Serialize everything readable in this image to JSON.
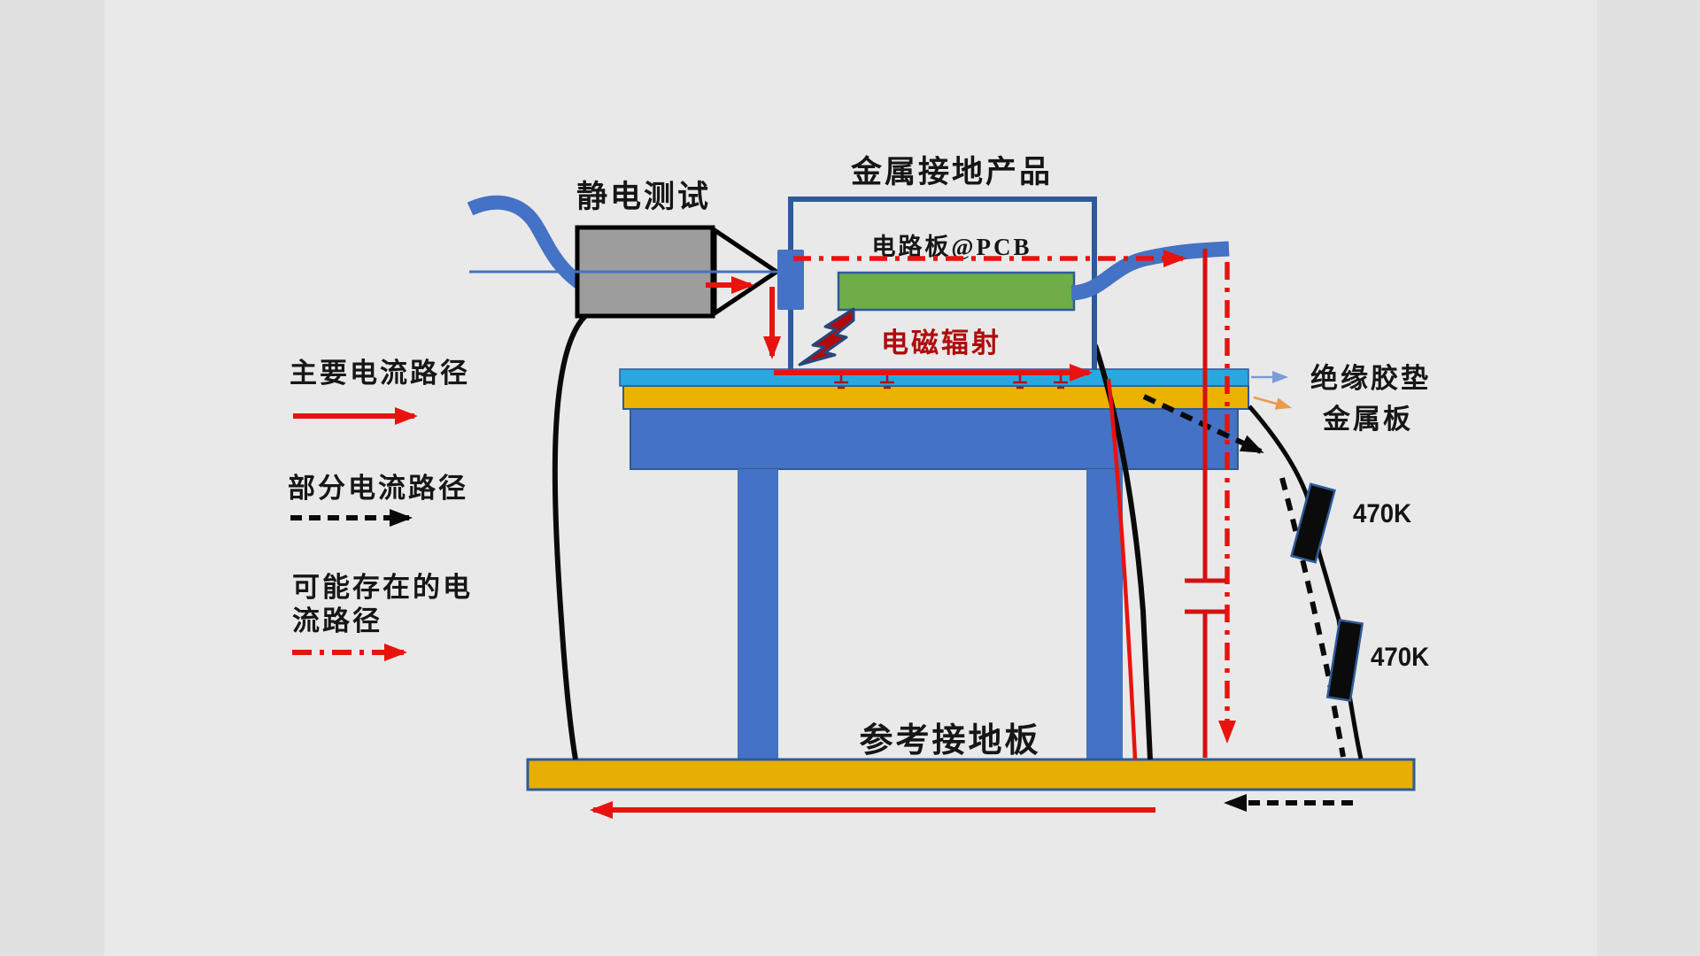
{
  "diagram": {
    "title_context": "ESD test setup current-path diagram",
    "labels": {
      "esd_tester": "静电测试",
      "grounded_product": "金属接地产品",
      "pcb": "电路板@PCB",
      "emi": "电磁辐射",
      "insulating_mat": "绝缘胶垫",
      "metal_plate": "金属板",
      "resistor_top": "470K",
      "resistor_bottom": "470K",
      "reference_ground_plate": "参考接地板"
    },
    "legend": [
      {
        "label": "主要电流路径",
        "style": "solid",
        "color": "#e8130e"
      },
      {
        "label": "部分电流路径",
        "style": "dashed",
        "color": "#0a0a0a"
      },
      {
        "label": "可能存在的电流路径",
        "line1": "可能存在的电",
        "line2": "流路径",
        "style": "dash-dot",
        "color": "#e8130e"
      }
    ],
    "colors": {
      "background": "#e9e9e9",
      "cable_blue": "#4472C4",
      "outline_blue": "#2e5b97",
      "mat_cyan": "#29a8e0",
      "metal_gold": "#ecb200",
      "plate_gold": "#e7ae06",
      "pcb_green": "#6fae47",
      "gun_gray": "#9d9d9d",
      "path_red": "#e8130e",
      "emi_dark_red": "#b00b0b",
      "path_black": "#0a0a0a",
      "pointer_blue": "#7c9cd6",
      "pointer_orange": "#ea9a4e"
    }
  }
}
